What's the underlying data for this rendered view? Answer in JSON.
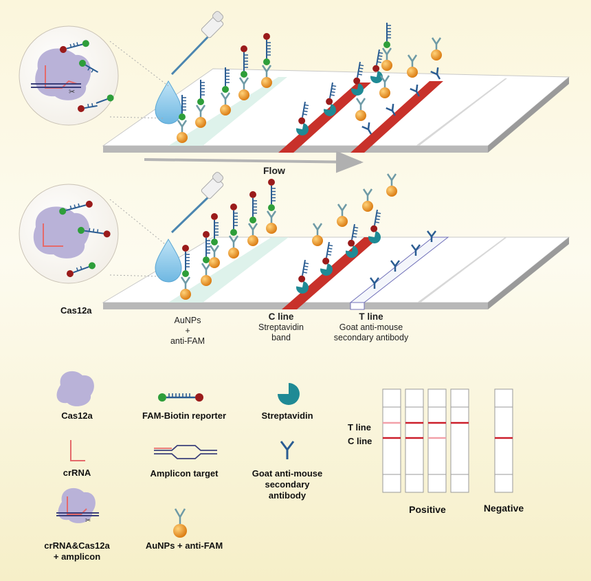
{
  "flow_label": "Flow",
  "cas12a_label": "Cas12a",
  "strip_labels": {
    "conjugate_line1": "AuNPs",
    "conjugate_line2": "+",
    "conjugate_line3": "anti-FAM",
    "c_line_title": "C line",
    "c_line_line2": "Streptavidin",
    "c_line_line3": "band",
    "t_line_title": "T line",
    "t_line_line2": "Goat anti-mouse",
    "t_line_line3": "secondary antibody"
  },
  "legend": {
    "cas12a": "Cas12a",
    "crrna": "crRNA",
    "complex_line1": "crRNA&Cas12a",
    "complex_line2": "+ amplicon",
    "reporter": "FAM-Biotin reporter",
    "amplicon": "Amplicon target",
    "aunps": "AuNPs + anti-FAM",
    "streptavidin": "Streptavidin",
    "antibody_line1": "Goat anti-mouse",
    "antibody_line2": "secondary",
    "antibody_line3": "antibody"
  },
  "results": {
    "t_line_label": "T line",
    "c_line_label": "C line",
    "positive_label": "Positive",
    "negative_label": "Negative"
  },
  "colors": {
    "strip_red": "#c8312a",
    "gold": "#e8901e",
    "fam_green": "#2e9e3a",
    "biotin_red": "#9a1b1b",
    "dna_blue": "#2a5c92",
    "streptavidin_teal": "#1f8a95",
    "antibody_gray": "#6e9aa6",
    "cas_lavender": "#b9b2d8"
  }
}
